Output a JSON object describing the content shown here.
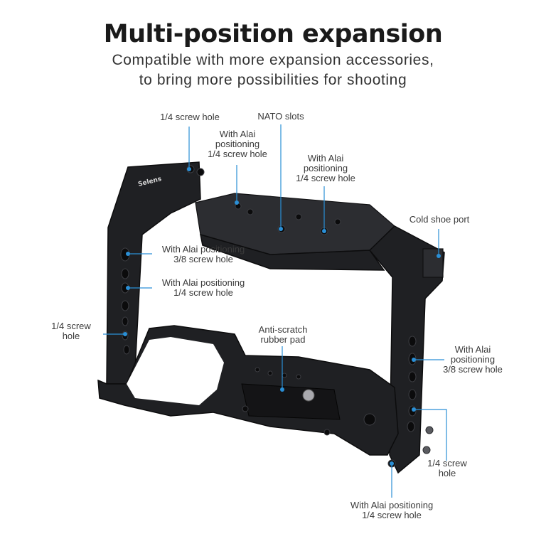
{
  "header": {
    "title": "Multi-position expansion",
    "subtitle_line1": "Compatible with more expansion accessories,",
    "subtitle_line2": "to bring more possibilities for shooting"
  },
  "product": {
    "brand_mark": "Selens",
    "colors": {
      "cage": "#1f2023",
      "callout": "#2a8fd6"
    }
  },
  "callouts": {
    "top_screw": {
      "l1": "1/4 screw hole"
    },
    "alai_top_left": {
      "l1": "With Alai",
      "l2": "positioning",
      "l3": "1/4 screw hole"
    },
    "nato": {
      "l1": "NATO slots"
    },
    "alai_top_right": {
      "l1": "With Alai",
      "l2": "positioning",
      "l3": "1/4 screw hole"
    },
    "cold_shoe": {
      "l1": "Cold shoe port"
    },
    "alai_38_left": {
      "l1": "With Alai positioning",
      "l2": "3/8 screw hole"
    },
    "alai_14_left": {
      "l1": "With Alai positioning",
      "l2": "1/4 screw hole"
    },
    "left_screw": {
      "l1": "1/4 screw",
      "l2": "hole"
    },
    "rubber_pad": {
      "l1": "Anti-scratch",
      "l2": "rubber pad"
    },
    "alai_38_right": {
      "l1": "With Alai",
      "l2": "positioning",
      "l3": "3/8 screw hole"
    },
    "right_screw": {
      "l1": "1/4 screw",
      "l2": "hole"
    },
    "bottom_alai": {
      "l1": "With Alai positioning",
      "l2": "1/4 screw hole"
    }
  }
}
